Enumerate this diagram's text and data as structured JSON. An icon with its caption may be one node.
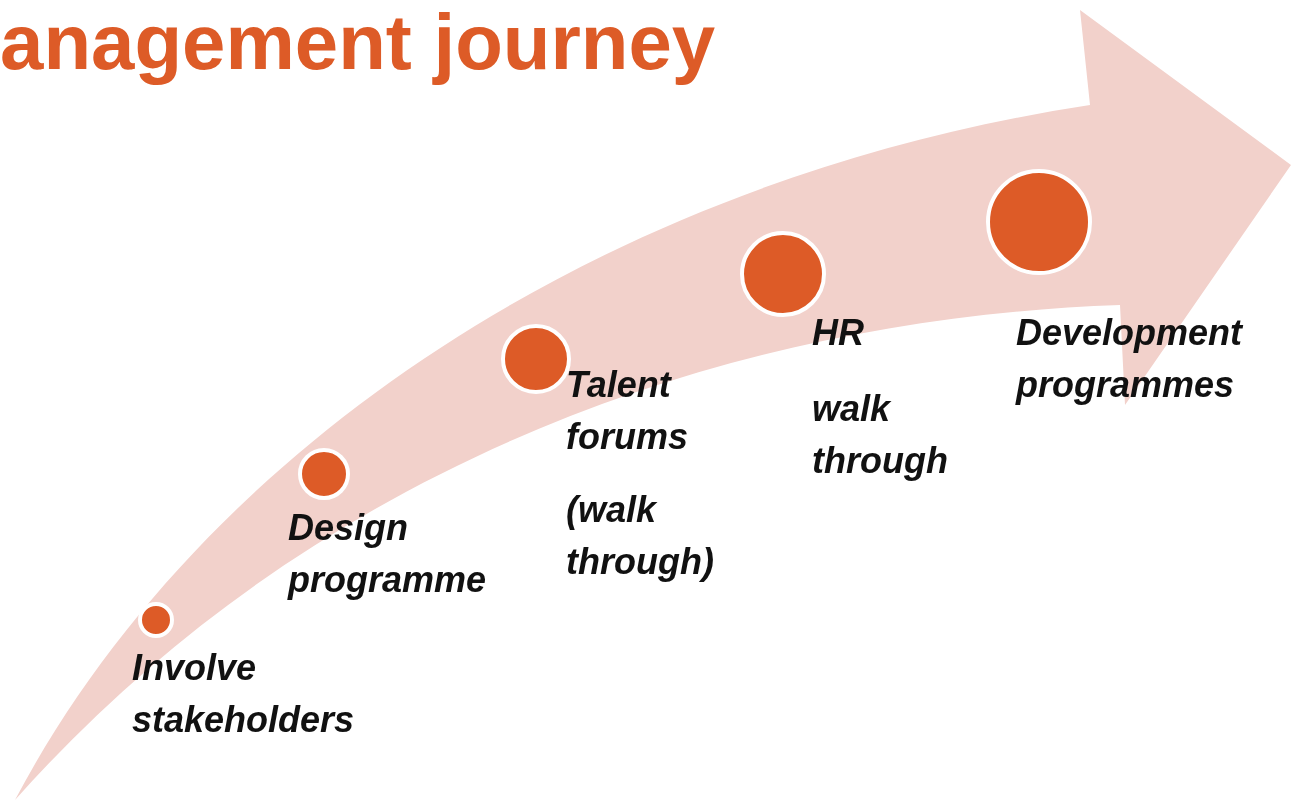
{
  "diagram": {
    "title": "anagement journey",
    "nodes": [
      {
        "text": [
          "Involve stakeholders"
        ]
      },
      {
        "text": [
          "Design programme"
        ]
      },
      {
        "text": [
          "Talent forums",
          "(walk through)"
        ]
      },
      {
        "text": [
          "HR",
          "walk through"
        ]
      },
      {
        "text": [
          "Development programmes"
        ]
      }
    ]
  }
}
